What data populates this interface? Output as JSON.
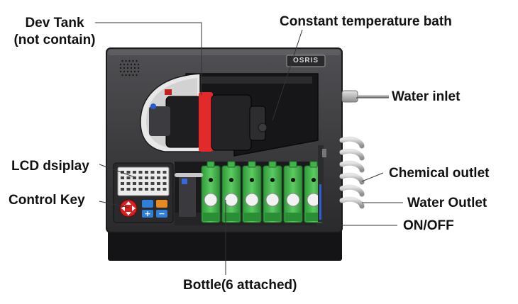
{
  "labels": {
    "dev_tank": "Dev Tank",
    "dev_tank_note": "(not contain)",
    "bath": "Constant temperature bath",
    "water_inlet": "Water inlet",
    "lcd": "LCD dsiplay",
    "chemical_outlet": "Chemical outlet",
    "control_key": "Control Key",
    "water_outlet": "Water Outlet",
    "on_off": "ON/OFF",
    "bottles": "Bottle(6 attached)"
  },
  "brand": "OSRIS",
  "bottle_count": 6,
  "colors": {
    "body": "#3a3a3c",
    "body_dark": "#1c1c1e",
    "bottle_green": "#3fb34a",
    "tank_red": "#e22a2a",
    "hose_gray": "#b8b8b8",
    "leader_line": "#333333"
  }
}
